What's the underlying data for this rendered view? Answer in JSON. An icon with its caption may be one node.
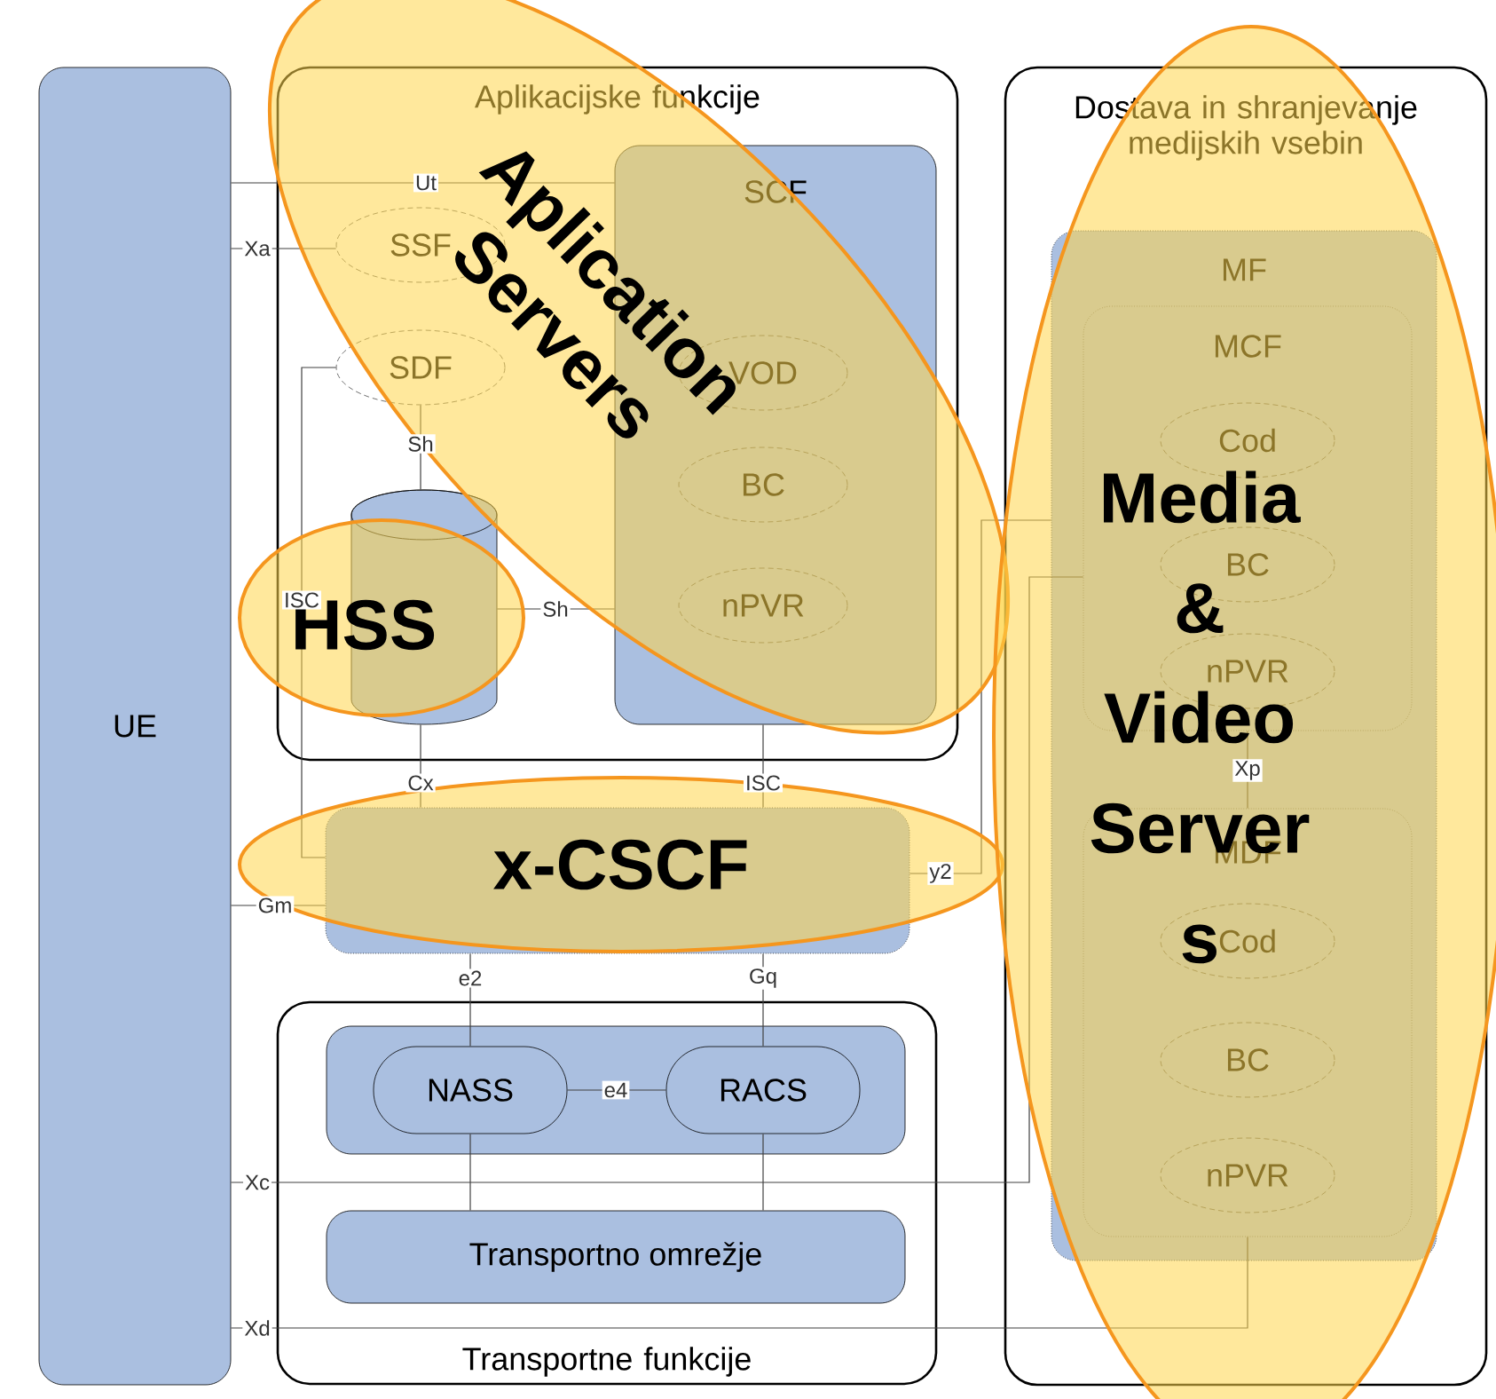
{
  "diagram": {
    "nodes": [
      {
        "text": [
          "UE"
        ]
      },
      {
        "text": [
          "Aplikacijske funkcije"
        ]
      },
      {
        "text": [
          "SCF"
        ],
        "in": 1
      },
      {
        "text": [
          "SSF"
        ],
        "in": 1
      },
      {
        "text": [
          "SDF"
        ],
        "in": 1
      },
      {
        "text": [
          "VOD"
        ],
        "in": 2
      },
      {
        "text": [
          "BC"
        ],
        "in": 2
      },
      {
        "text": [
          "nPVR"
        ],
        "in": 2
      },
      {
        "text": [],
        "shape": "cylinder",
        "in": 1
      },
      {
        "text": [
          "Dostava in shranjevanje medijskih vsebin"
        ]
      },
      {
        "text": [
          "MF"
        ],
        "in": 9
      },
      {
        "text": [
          "MCF"
        ],
        "in": 10
      },
      {
        "text": [
          "Cod"
        ],
        "in": 11
      },
      {
        "text": [
          "BC"
        ],
        "in": 11
      },
      {
        "text": [
          "nPVR"
        ],
        "in": 11
      },
      {
        "text": [
          "MDF"
        ],
        "in": 10
      },
      {
        "text": [
          "Cod"
        ],
        "in": 15
      },
      {
        "text": [
          "BC"
        ],
        "in": 15
      },
      {
        "text": [
          "nPVR"
        ],
        "in": 15
      },
      {
        "text": [],
        "shape": "box"
      },
      {
        "text": [
          "Transportne funkcije"
        ]
      },
      {
        "text": [],
        "shape": "box",
        "in": 20
      },
      {
        "text": [
          "NASS"
        ],
        "in": 21
      },
      {
        "text": [
          "RACS"
        ],
        "in": 21
      },
      {
        "text": [
          "Transportno omrežje"
        ],
        "in": 20
      }
    ],
    "edges": [
      {
        "from": 0,
        "to": 2,
        "arrow": "none",
        "label": "Ut"
      },
      {
        "from": 0,
        "to": 3,
        "arrow": "none",
        "label": "Xa"
      },
      {
        "from": 4,
        "to": 8,
        "arrow": "none",
        "label": "Sh"
      },
      {
        "from": 8,
        "to": 2,
        "arrow": "none",
        "label": "Sh"
      },
      {
        "from": 4,
        "to": 19,
        "arrow": "none",
        "label": "ISC"
      },
      {
        "from": 8,
        "to": 19,
        "arrow": "none",
        "label": "Cx"
      },
      {
        "from": 2,
        "to": 19,
        "arrow": "none",
        "label": "ISC"
      },
      {
        "from": 0,
        "to": 19,
        "arrow": "none",
        "label": "Gm"
      },
      {
        "from": 19,
        "to": 10,
        "arrow": "none",
        "label": "y2"
      },
      {
        "from": 19,
        "to": 22,
        "arrow": "none",
        "label": "e2"
      },
      {
        "from": 19,
        "to": 23,
        "arrow": "none",
        "label": "Gq"
      },
      {
        "from": 22,
        "to": 23,
        "arrow": "none",
        "label": "e4"
      },
      {
        "from": 22,
        "to": 24,
        "arrow": "none"
      },
      {
        "from": 23,
        "to": 24,
        "arrow": "none"
      },
      {
        "from": 0,
        "to": 11,
        "arrow": "none",
        "label": "Xc"
      },
      {
        "from": 0,
        "to": 15,
        "arrow": "none",
        "label": "Xd"
      },
      {
        "from": 11,
        "to": 15,
        "arrow": "none",
        "label": "Xp"
      }
    ],
    "labels": [
      "Aplication Servers",
      "HSS",
      "x-CSCF",
      "Media & Video Server s"
    ]
  }
}
